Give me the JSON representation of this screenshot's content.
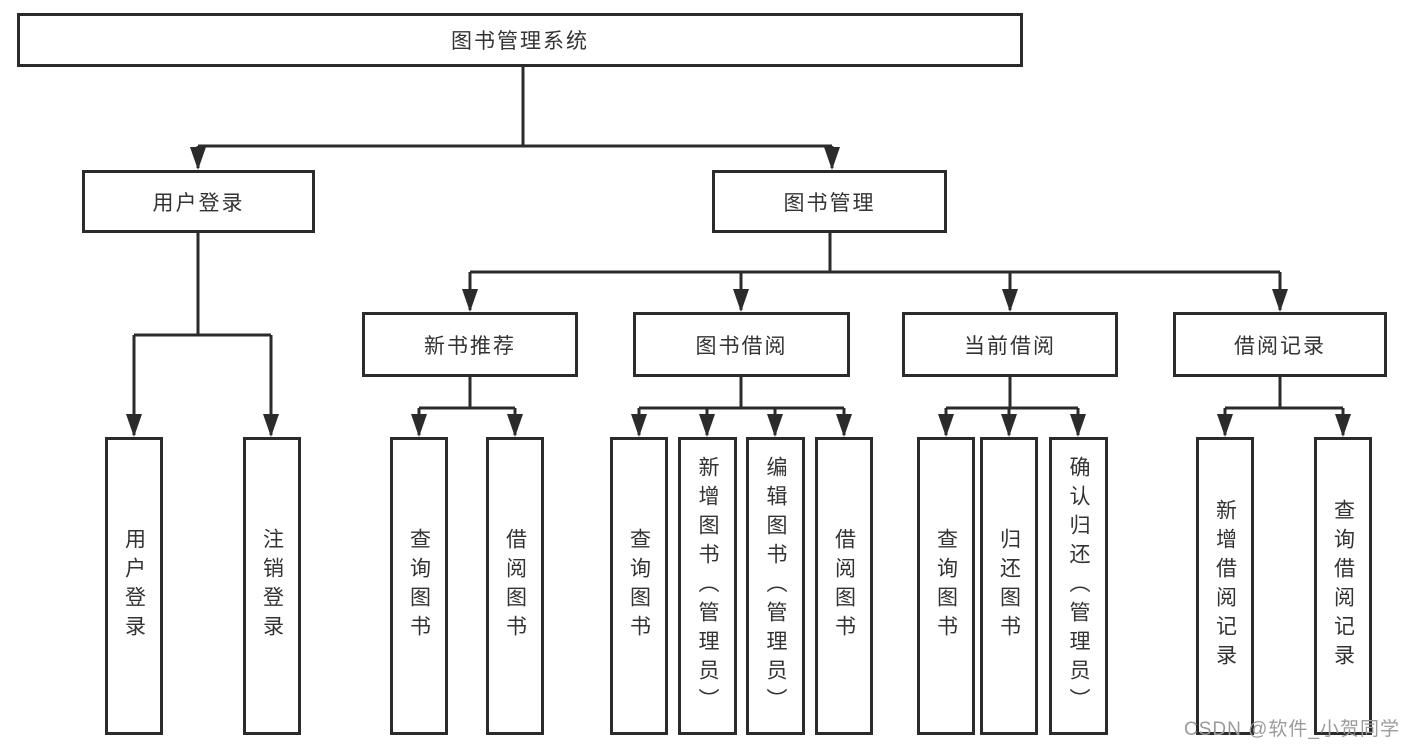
{
  "diagram": {
    "root": {
      "label": "图书管理系统"
    },
    "level2": [
      {
        "id": "user-login",
        "label": "用户登录"
      },
      {
        "id": "book-management",
        "label": "图书管理"
      }
    ],
    "level3": [
      {
        "id": "new-book-recommend",
        "label": "新书推荐"
      },
      {
        "id": "book-borrowing",
        "label": "图书借阅"
      },
      {
        "id": "current-borrowing",
        "label": "当前借阅"
      },
      {
        "id": "borrowing-records",
        "label": "借阅记录"
      }
    ],
    "level4": [
      {
        "parent": "user-login",
        "label": "用户登录"
      },
      {
        "parent": "user-login",
        "label": "注销登录"
      },
      {
        "parent": "new-book-recommend",
        "label": "查询图书"
      },
      {
        "parent": "new-book-recommend",
        "label": "借阅图书"
      },
      {
        "parent": "book-borrowing",
        "label": "查询图书"
      },
      {
        "parent": "book-borrowing",
        "label": "新增图书（管理员）"
      },
      {
        "parent": "book-borrowing",
        "label": "编辑图书（管理员）"
      },
      {
        "parent": "book-borrowing",
        "label": "借阅图书"
      },
      {
        "parent": "current-borrowing",
        "label": "查询图书"
      },
      {
        "parent": "current-borrowing",
        "label": "归还图书"
      },
      {
        "parent": "current-borrowing",
        "label": "确认归还（管理员）"
      },
      {
        "parent": "borrowing-records",
        "label": "新增借阅记录"
      },
      {
        "parent": "borrowing-records",
        "label": "查询借阅记录"
      }
    ]
  },
  "watermark": {
    "text": "CSDN @软件_小贺同学"
  },
  "colors": {
    "line": "#2b2b2b",
    "box_border": "#2b2b2b",
    "text": "#333333",
    "watermark": "#9b9b9b",
    "background": "#ffffff"
  }
}
